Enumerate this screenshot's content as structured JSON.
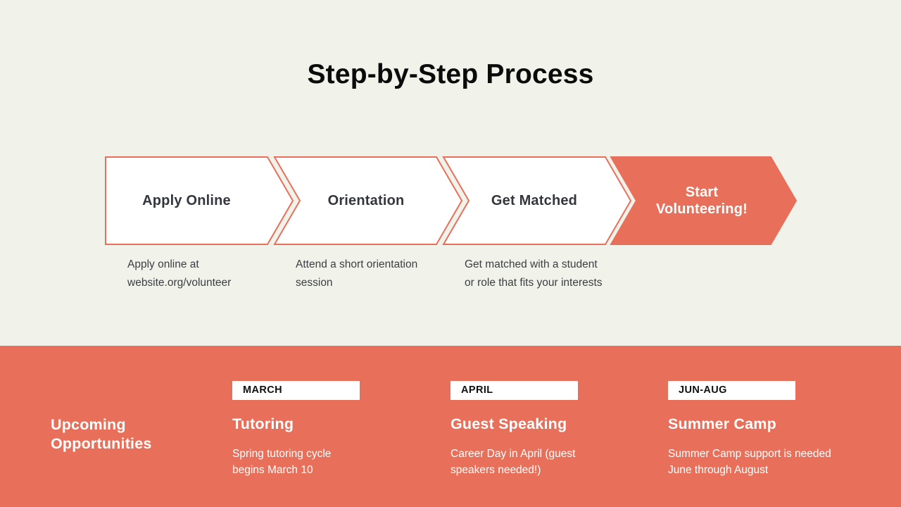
{
  "title": "Step-by-Step Process",
  "colors": {
    "top_background": "#f1f2ea",
    "coral_accent": "#e8705a",
    "step_text_dark": "#33373d",
    "badge_background": "#ffffff",
    "badge_text": "#101010",
    "footer_text": "#ffffff"
  },
  "steps": [
    {
      "title": "Apply Online",
      "description": "Apply online at website.org/volunteer",
      "filled": false
    },
    {
      "title": "Orientation",
      "description": "Attend a short orientation session",
      "filled": false
    },
    {
      "title": "Get Matched",
      "description": "Get matched with a student or role that fits your interests",
      "filled": false
    },
    {
      "title": "Start Volunteering!",
      "description": "",
      "filled": true
    }
  ],
  "opportunities": {
    "section_title": "Upcoming Opportunities",
    "items": [
      {
        "badge": "MARCH",
        "title": "Tutoring",
        "description": "Spring tutoring cycle begins March 10"
      },
      {
        "badge": "APRIL",
        "title": "Guest Speaking",
        "description": "Career Day in April (guest speakers needed!)"
      },
      {
        "badge": "JUN-AUG",
        "title": "Summer Camp",
        "description": "Summer Camp support is needed June through August"
      }
    ]
  }
}
